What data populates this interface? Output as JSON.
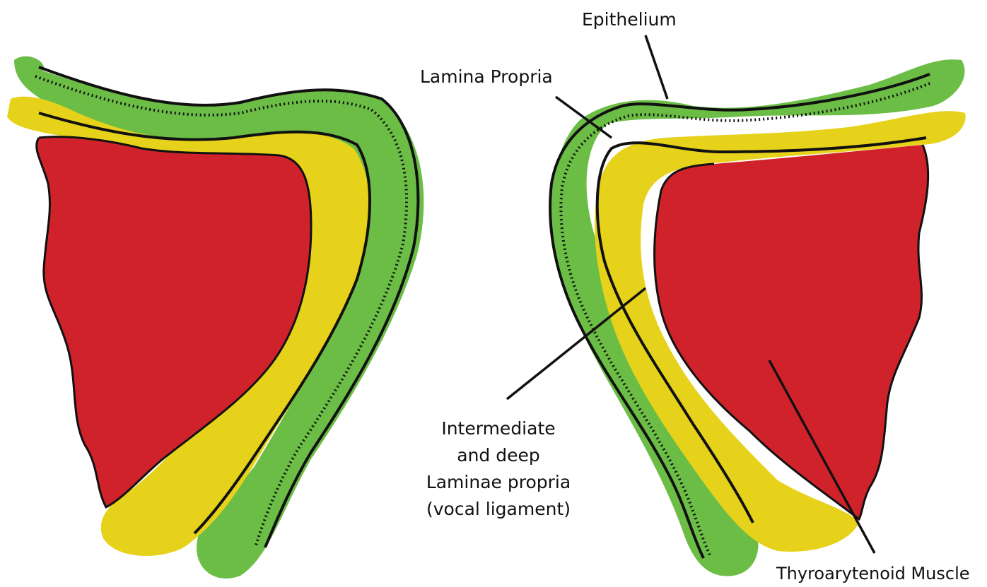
{
  "labels": {
    "epithelium": "Epithelium",
    "lamina_propria": "Lamina Propria",
    "intermediate_lines": [
      "Intermediate",
      "and deep",
      "Laminae propria",
      "(vocal ligament)"
    ],
    "thyroarytenoid": "Thyroarytenoid Muscle"
  },
  "colors": {
    "muscle": "#d0222a",
    "ligament": "#e6d21a",
    "lamina": "#6bbd45",
    "outline": "#111111",
    "background": "#ffffff"
  }
}
